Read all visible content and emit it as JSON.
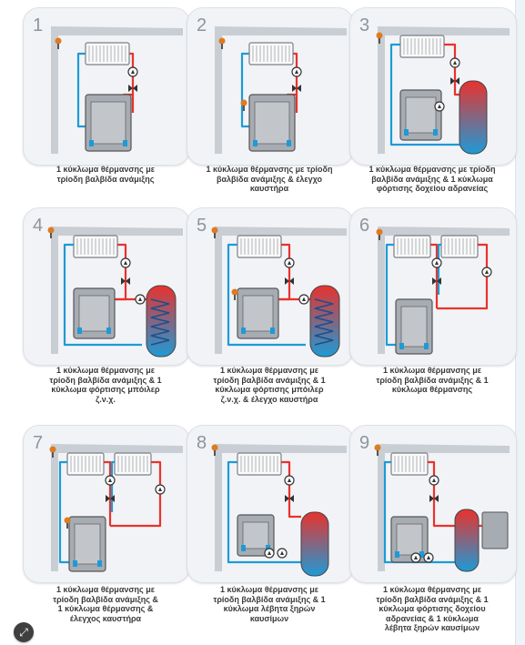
{
  "diagrams": [
    {
      "number": "1",
      "caption_lines": [
        "1 κύκλωμα θέρμανσης με",
        "τρίοδη βαλβίδα ανάμιξης"
      ]
    },
    {
      "number": "2",
      "caption_lines": [
        "1 κύκλωμα θέρμανσης με τρίοδη",
        "βαλβίδα ανάμιξης & έλεγχο",
        "καυστήρα"
      ]
    },
    {
      "number": "3",
      "caption_lines": [
        "1 κύκλωμα θέρμανσης με τρίοδη",
        "βαλβίδα ανάμιξης & 1 κύκλωμα",
        "φόρτισης δοχείου αδρανείας"
      ]
    },
    {
      "number": "4",
      "caption_lines": [
        "1 κύκλωμα θέρμανσης με",
        "τρίοδη βαλβίδα ανάμιξης & 1",
        "κύκλωμα φόρτισης μπόιλερ",
        "ζ.ν.χ."
      ]
    },
    {
      "number": "5",
      "caption_lines": [
        "1 κύκλωμα θέρμανσης με",
        "τρίοδη βαλβίδα ανάμιξης & 1",
        "κύκλωμα φόρτισης μπόιλερ",
        "ζ.ν.χ. & έλεγχο καυστήρα"
      ]
    },
    {
      "number": "6",
      "caption_lines": [
        "1 κύκλωμα θέρμανσης με",
        "τρίοδη βαλβίδα ανάμιξης & 1",
        "κύκλωμα θέρμανσης"
      ]
    },
    {
      "number": "7",
      "caption_lines": [
        "1 κύκλωμα θέρμανσης με",
        "τρίοδη βαλβίδα ανάμιξης &",
        "1 κύκλωμα θέρμανσης &",
        "έλεγχος καυστήρα"
      ]
    },
    {
      "number": "8",
      "caption_lines": [
        "1 κύκλωμα θέρμανσης με",
        "τρίοδη βαλβίδα ανάμιξης & 1",
        "κύκλωμα λέβητα ξηρών",
        "καυσίμων"
      ]
    },
    {
      "number": "9",
      "caption_lines": [
        "1 κύκλωμα θέρμανσης με",
        "τρίοδη βαλβίδα ανάμιξης & 1",
        "κύκλωμα φόρτισης δοχείου",
        "αδρανείας & 1 κύκλωμα",
        "λέβητα ξηρών καυσίμων"
      ]
    }
  ],
  "colors": {
    "supply_pipe": "#e8322d",
    "return_pipe": "#1e9ad6",
    "wall": "#c9ced4",
    "card_bg": "#f1f3f6"
  },
  "icons": {
    "expand_button": "expand-arrows-icon"
  }
}
